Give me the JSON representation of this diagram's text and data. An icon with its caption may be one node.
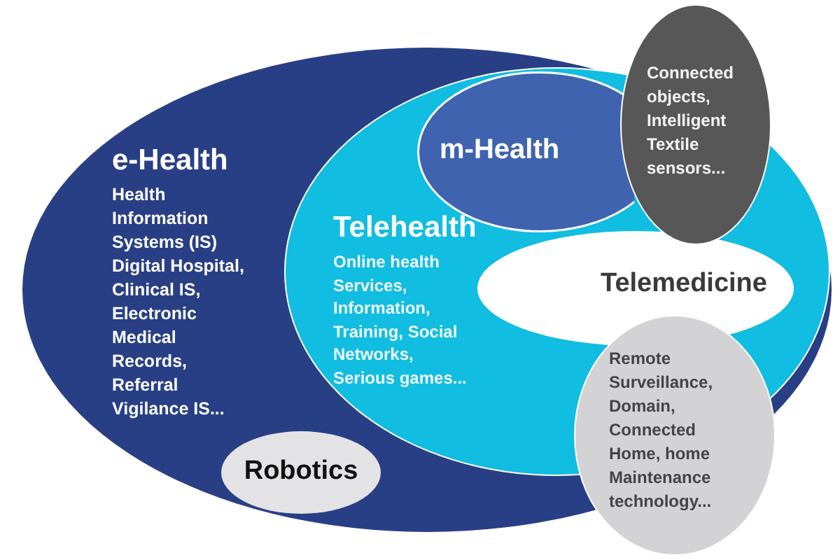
{
  "diagram": {
    "nodes": [
      {
        "text": [
          "e-Health",
          "Health Information Systems (IS) Digital Hospital, Clinical IS, Electronic Medical Records, Referral Vigilance IS..."
        ]
      },
      {
        "text": [
          "Telehealth",
          "Online health Services, Information, Training, Social Networks, Serious games..."
        ],
        "in": 0
      },
      {
        "text": [
          "m-Health"
        ],
        "in": 1
      },
      {
        "text": [
          "Telemedicine"
        ],
        "in": 1
      },
      {
        "text": [
          "Connected objects, Intelligent Textile sensors..."
        ]
      },
      {
        "text": [
          "Remote Surveillance, Domain, Connected Home, home Maintenance technology..."
        ]
      },
      {
        "text": [
          "Robotics"
        ],
        "in": 0
      }
    ]
  }
}
